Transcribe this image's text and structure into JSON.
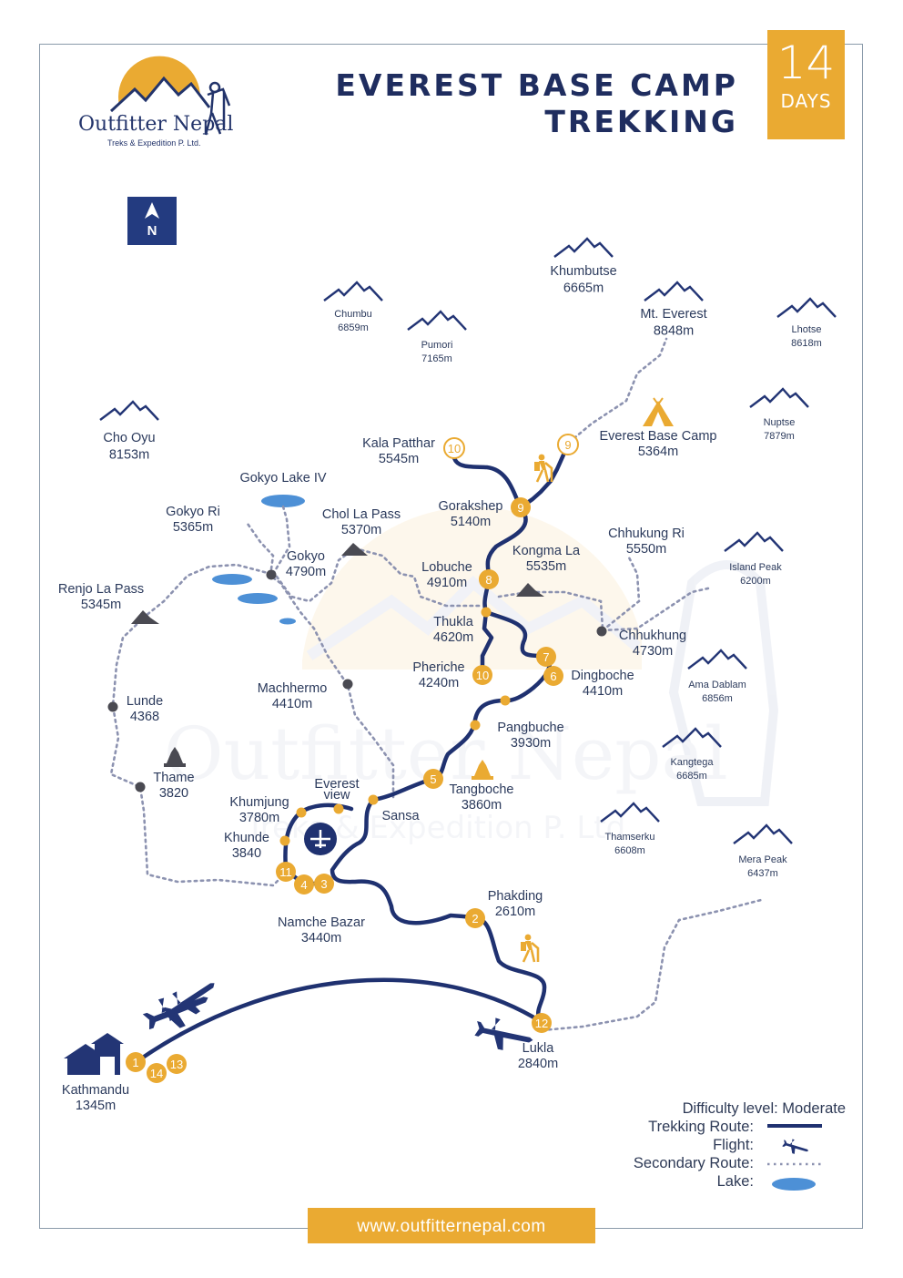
{
  "header": {
    "title_line1": "EVEREST BASE CAMP",
    "title_line2": "TREKKING",
    "days_number": "14",
    "days_label": "DAYS"
  },
  "brand": {
    "name": "Outfitter Nepal",
    "tagline": "Treks & Expedition P. Ltd."
  },
  "compass": {
    "label": "N"
  },
  "colors": {
    "navy": "#1f3170",
    "gold": "#eaaa32",
    "lake": "#4d90d6",
    "grey": "#8c8c96"
  },
  "peaks": [
    {
      "name": "Khumbutse",
      "elev": "6665m"
    },
    {
      "name": "Chumbu",
      "elev": "6859m"
    },
    {
      "name": "Pumori",
      "elev": "7165m"
    },
    {
      "name": "Mt. Everest",
      "elev": "8848m"
    },
    {
      "name": "Lhotse",
      "elev": "8618m"
    },
    {
      "name": "Cho Oyu",
      "elev": "8153m"
    },
    {
      "name": "Nuptse",
      "elev": "7879m"
    },
    {
      "name": "Island Peak",
      "elev": "6200m"
    },
    {
      "name": "Ama Dablam",
      "elev": "6856m"
    },
    {
      "name": "Kangtega",
      "elev": "6685m"
    },
    {
      "name": "Thamserku",
      "elev": "6608m"
    },
    {
      "name": "Mera Peak",
      "elev": "6437m"
    }
  ],
  "places": [
    {
      "name": "Kala Patthar",
      "elev": "5545m"
    },
    {
      "name": "Everest Base Camp",
      "elev": "5364m"
    },
    {
      "name": "Gokyo Lake IV",
      "elev": ""
    },
    {
      "name": "Gokyo Ri",
      "elev": "5365m"
    },
    {
      "name": "Chol La Pass",
      "elev": "5370m"
    },
    {
      "name": "Gorakshep",
      "elev": "5140m"
    },
    {
      "name": "Gokyo",
      "elev": "4790m"
    },
    {
      "name": "Kongma La",
      "elev": "5535m"
    },
    {
      "name": "Chhukung Ri",
      "elev": "5550m"
    },
    {
      "name": "Lobuche",
      "elev": "4910m"
    },
    {
      "name": "Renjo La Pass",
      "elev": "5345m"
    },
    {
      "name": "Thukla",
      "elev": "4620m"
    },
    {
      "name": "Chhukhung",
      "elev": "4730m"
    },
    {
      "name": "Pheriche",
      "elev": "4240m"
    },
    {
      "name": "Dingboche",
      "elev": "4410m"
    },
    {
      "name": "Machhermo",
      "elev": "4410m"
    },
    {
      "name": "Lunde",
      "elev": "4368"
    },
    {
      "name": "Pangbuche",
      "elev": "3930m"
    },
    {
      "name": "Thame",
      "elev": "3820"
    },
    {
      "name": "Tangboche",
      "elev": "3860m"
    },
    {
      "name": "Everest",
      "elev": "view"
    },
    {
      "name": "Khumjung",
      "elev": "3780m"
    },
    {
      "name": "Sansa",
      "elev": ""
    },
    {
      "name": "Khunde",
      "elev": "3840"
    },
    {
      "name": "Phakding",
      "elev": "2610m"
    },
    {
      "name": "Namche Bazar",
      "elev": "3440m"
    },
    {
      "name": "Lukla",
      "elev": "2840m"
    },
    {
      "name": "Kathmandu",
      "elev": "1345m"
    }
  ],
  "day_markers": [
    "10",
    "9",
    "9",
    "8",
    "7",
    "6",
    "10",
    "5",
    "11",
    "4",
    "3",
    "2",
    "12",
    "1",
    "14",
    "13"
  ],
  "legend": {
    "difficulty": "Difficulty level: Moderate",
    "trekking": "Trekking Route:",
    "flight": "Flight:",
    "secondary": "Secondary Route:",
    "lake": "Lake:"
  },
  "website": "www.outfitternepal.com"
}
